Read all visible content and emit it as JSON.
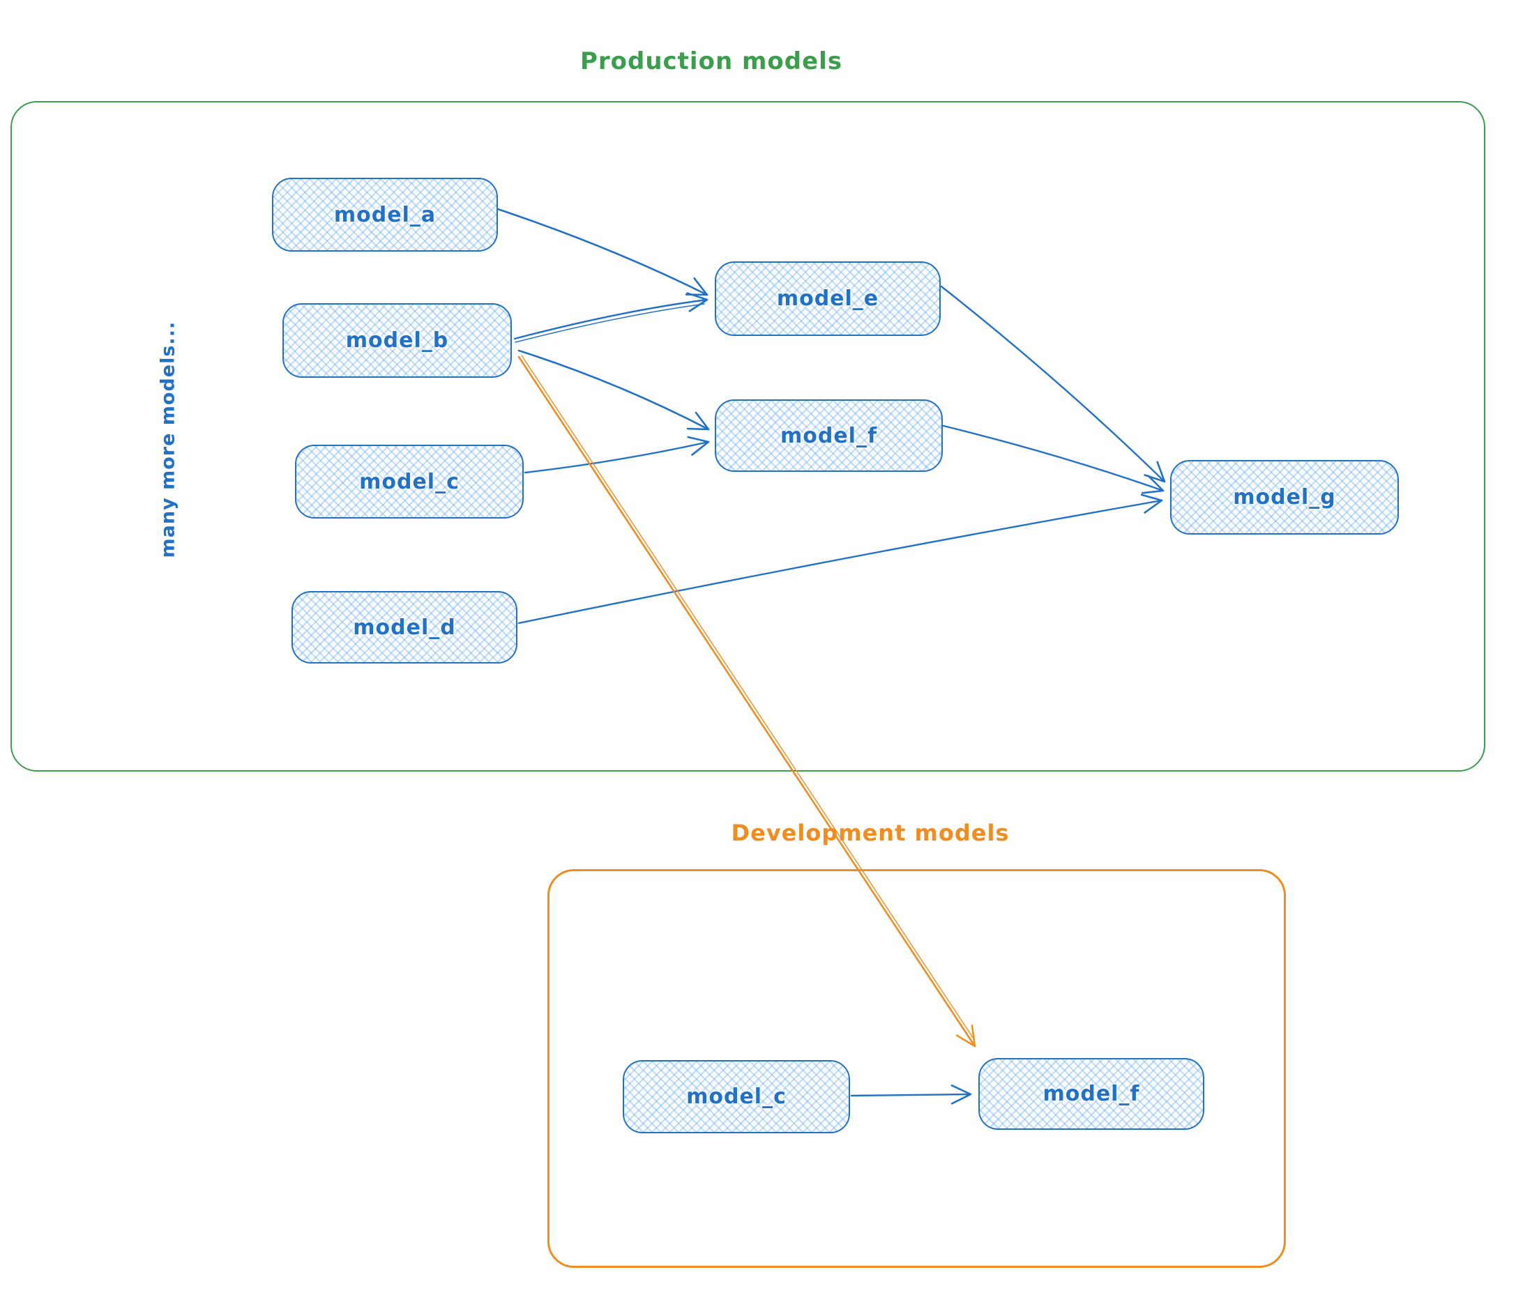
{
  "diagram": {
    "production": {
      "title": "Production models",
      "side_note": "many more models...",
      "nodes": [
        {
          "id": "model_a",
          "label": "model_a"
        },
        {
          "id": "model_b",
          "label": "model_b"
        },
        {
          "id": "model_c",
          "label": "model_c"
        },
        {
          "id": "model_d",
          "label": "model_d"
        },
        {
          "id": "model_e",
          "label": "model_e"
        },
        {
          "id": "model_f",
          "label": "model_f"
        },
        {
          "id": "model_g",
          "label": "model_g"
        }
      ],
      "edges": [
        {
          "from": "model_a",
          "to": "model_e",
          "color": "#2171c7"
        },
        {
          "from": "model_b",
          "to": "model_e",
          "color": "#2171c7"
        },
        {
          "from": "model_b",
          "to": "model_f",
          "color": "#2171c7"
        },
        {
          "from": "model_c",
          "to": "model_f",
          "color": "#2171c7"
        },
        {
          "from": "model_e",
          "to": "model_g",
          "color": "#2171c7"
        },
        {
          "from": "model_f",
          "to": "model_g",
          "color": "#2171c7"
        },
        {
          "from": "model_d",
          "to": "model_g",
          "color": "#2171c7"
        }
      ]
    },
    "development": {
      "title": "Development models",
      "nodes": [
        {
          "id": "dev_model_c",
          "label": "model_c"
        },
        {
          "id": "dev_model_f",
          "label": "model_f"
        }
      ],
      "edges": [
        {
          "from": "dev_model_c",
          "to": "dev_model_f",
          "color": "#2171c7"
        }
      ]
    },
    "cross_edges": [
      {
        "from": "model_b",
        "to": "dev_model_f",
        "color": "#ef8d21"
      }
    ],
    "colors": {
      "node_stroke": "#2171c7",
      "node_fill_hatch": "#a5d4f5",
      "production_border": "#3a9e4c",
      "development_border": "#ef8d21"
    }
  }
}
